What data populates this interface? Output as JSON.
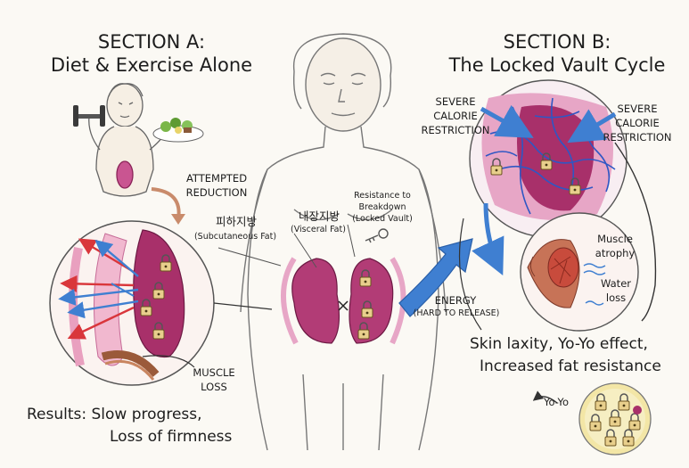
{
  "section_a": {
    "title_line1": "SECTION A:",
    "title_line2": "Diet & Exercise Alone",
    "attempted_line1": "ATTEMPTED",
    "attempted_line2": "REDUCTION",
    "muscle_loss_line1": "MUSCLE",
    "muscle_loss_line2": "LOSS",
    "results_line1": "Results: Slow progress,",
    "results_line2": "Loss of firmness"
  },
  "center": {
    "subcutaneous_ko": "피하지방",
    "subcutaneous_en": "(Subcutaneous Fat)",
    "visceral_ko": "내장지방",
    "visceral_en": "(Visceral Fat)",
    "resistance_line1": "Resistance to",
    "resistance_line2": "Breakdown",
    "resistance_line3": "(Locked Vault)",
    "energy": "ENERGY",
    "energy_sub": "(HARD TO RELEASE)"
  },
  "section_b": {
    "title_line1": "SECTION B:",
    "title_line2": "The Locked Vault Cycle",
    "restriction_left_line1": "SEVERE",
    "restriction_left_line2": "CALORIE",
    "restriction_left_line3": "RESTRICTION",
    "restriction_right_line1": "SEVERE",
    "restriction_right_line2": "CALORIE",
    "restriction_right_line3": "RESTRICTION",
    "muscle_atrophy_line1": "Muscle",
    "muscle_atrophy_line2": "atrophy",
    "water_loss_line1": "Water",
    "water_loss_line2": "loss",
    "effects_line1": "Skin laxity, Yo-Yo effect,",
    "effects_line2": "Increased fat resistance",
    "yoyo": "Yo-Yo"
  },
  "colors": {
    "fat_magenta": "#a8306a",
    "fat_pink": "#e7a6c6",
    "arrow_blue": "#3f7fd1",
    "arrow_red": "#d9363b",
    "lock_gold": "#c9a24b"
  }
}
